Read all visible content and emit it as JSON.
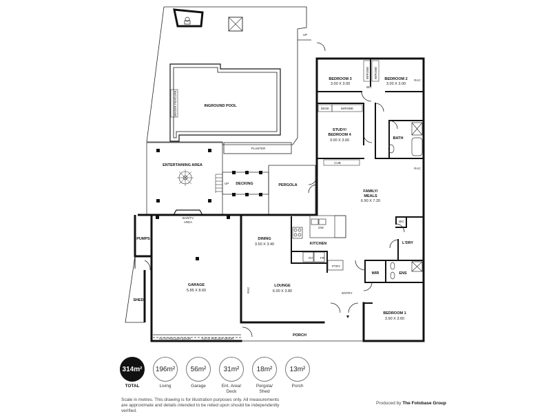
{
  "rooms": {
    "bedroom3": {
      "name": "BEDROOM 3",
      "dim": "3.00 X 3.00"
    },
    "bedroom2": {
      "name": "BEDROOM 2",
      "dim": "3.00 X 3.00"
    },
    "study": {
      "name1": "STUDY/",
      "name2": "BEDROOM 4",
      "dim": "3.00 X 3.60"
    },
    "bath": {
      "name": "BATH"
    },
    "pool": {
      "name": "INGROUND POOL"
    },
    "water_feature": "WATER FEATURE",
    "planter": "PLANTER",
    "entertaining": {
      "name": "ENTERTAINING AREA"
    },
    "decking": {
      "name": "DECKING"
    },
    "pergola": {
      "name": "PERGOLA"
    },
    "family": {
      "name1": "FAMILY/",
      "name2": "MEALS",
      "dim": "6.90 X 7.20"
    },
    "bar": {
      "name1": "BAR/TV",
      "name2": "AREA"
    },
    "pumps": {
      "name": "PUMPS"
    },
    "shed": {
      "name": "SHED"
    },
    "garage": {
      "name": "GARAGE",
      "dim": "5.85 X 8.60"
    },
    "dining": {
      "name": "DINING",
      "dim": "3.50 X 3.40"
    },
    "kitchen": {
      "name": "KITCHEN"
    },
    "lounge": {
      "name": "LOUNGE",
      "dim": "6.00 X 3.80"
    },
    "ldry": {
      "name": "L'DRY"
    },
    "wir": {
      "name": "WIR"
    },
    "ens": {
      "name": "ENS"
    },
    "entry": {
      "name": "ENTRY"
    },
    "bedroom1": {
      "name": "BEDROOM 1",
      "dim": "3.90 X 3.60"
    },
    "porch": {
      "name": "PORCH"
    }
  },
  "fixtures": {
    "desk": "DESK",
    "wrobe": "W/ROBE",
    "wrobe_v1": "W/ROBE",
    "wrobe_v2": "W/ROBE",
    "bic": "BIC",
    "bic2": "BIC",
    "rac": "RAC",
    "rac2": "RAC",
    "rac3": "RAC",
    "cub": "CUB",
    "up1": "UP",
    "up2": "UP",
    "dw": "DW",
    "ov": "OV",
    "fr": "FR",
    "ptry": "PTRY",
    "auto_door1": "AUTO ROLLER DOOR",
    "auto_door2": "AUTO ROLLER DOOR"
  },
  "stats": [
    {
      "value": "314m²",
      "label": "TOTAL",
      "total": true
    },
    {
      "value": "196m²",
      "label": "Living"
    },
    {
      "value": "56m²",
      "label": "Garage"
    },
    {
      "value": "31m²",
      "label": "Ent. Area/ Deck"
    },
    {
      "value": "18m²",
      "label": "Pergola/ Shed"
    },
    {
      "value": "13m²",
      "label": "Porch"
    }
  ],
  "footer": {
    "note": "Scale in metres. This drawing is for illustration purposes only. All measurements are approximate and details intended to be relied upon should be independently verified.",
    "credit_prefix": "Produced by",
    "credit_name": "The Fotobase Group"
  }
}
